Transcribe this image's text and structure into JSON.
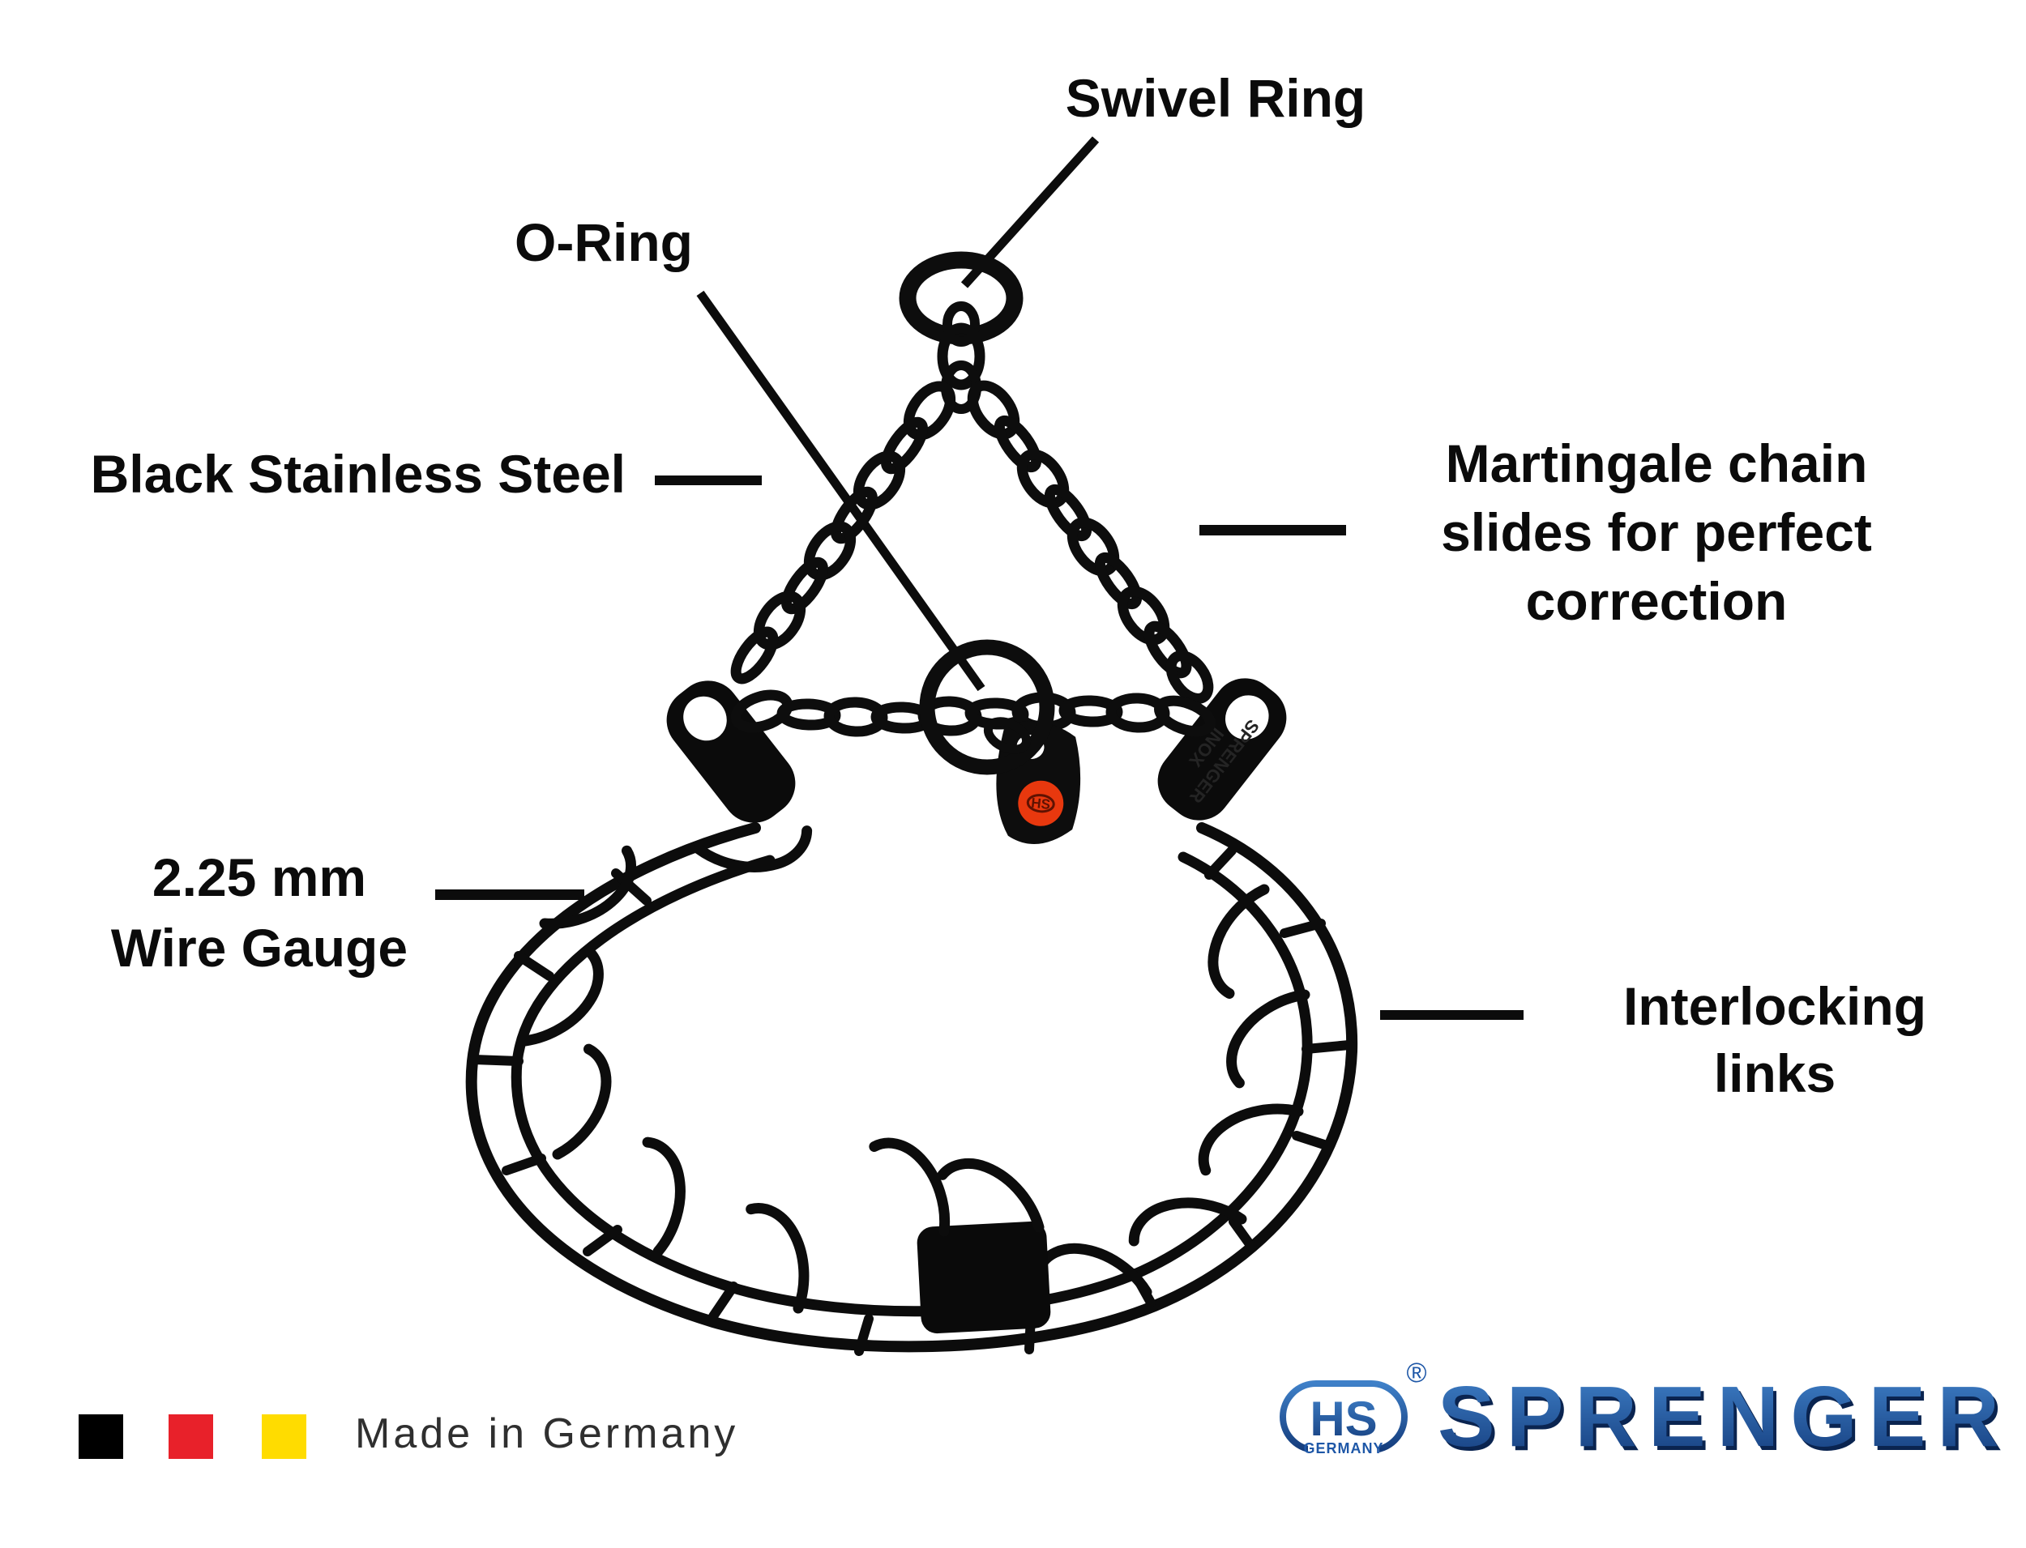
{
  "labels": {
    "swivel_ring": "Swivel Ring",
    "o_ring": "O-Ring",
    "black_stainless_steel": "Black Stainless Steel",
    "martingale_lines": [
      "Martingale chain",
      "slides for perfect",
      "correction"
    ],
    "wire_gauge_lines": [
      "2.25 mm",
      "Wire Gauge"
    ],
    "interlocking_lines": [
      "Interlocking",
      "links"
    ]
  },
  "footer": {
    "made_in_germany": "Made in Germany",
    "flag_colors": [
      "#000000",
      "#e8212a",
      "#ffdc00"
    ]
  },
  "brand": {
    "monogram": "HS",
    "country": "GERMANY",
    "registered_mark": "®",
    "wordmark": "SPRENGER",
    "blue": "#1e57a7"
  },
  "collar": {
    "tag_monogram": "HS",
    "tag_dot_color": "#e8380e",
    "plate_embossing_line1": "SPRENGER",
    "plate_embossing_line2": "INOX"
  }
}
